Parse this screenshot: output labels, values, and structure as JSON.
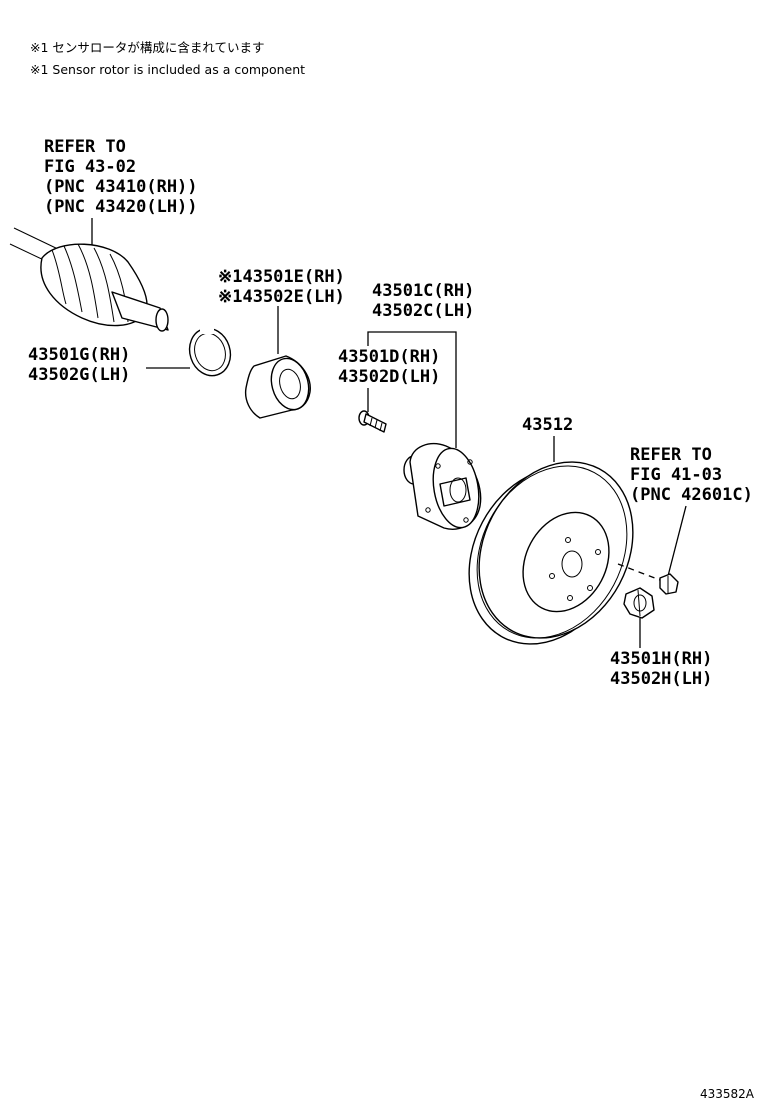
{
  "notes": {
    "jp": "※1 センサロータが構成に含まれています",
    "en": "※1 Sensor rotor is included as a component"
  },
  "labels": {
    "driveshaft_ref": [
      "REFER TO",
      "FIG 43-02",
      "(PNC 43410(RH))",
      "(PNC 43420(LH))"
    ],
    "snap_ring": [
      "43501G(RH)",
      "43502G(LH)"
    ],
    "bearing": [
      "※143501E(RH)",
      "※143502E(LH)"
    ],
    "hub": [
      "43501C(RH)",
      "43502C(LH)"
    ],
    "hub_bolt": [
      "43501D(RH)",
      "43502D(LH)"
    ],
    "disc": "43512",
    "nut_ref": [
      "REFER TO",
      "FIG 41-03",
      "(PNC 42601C)"
    ],
    "hub_nut": [
      "43501H(RH)",
      "43502H(LH)"
    ]
  },
  "figure_id": "433582A"
}
